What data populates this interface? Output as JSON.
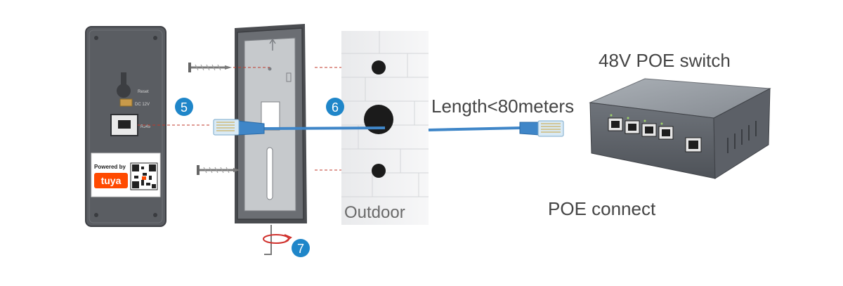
{
  "device": {
    "reset_label": "Reset",
    "dc_label": "DC 12V",
    "port_label": "RJ45",
    "powered_by": "Powered by",
    "brand": "tuya"
  },
  "steps": {
    "step5": "5",
    "step6": "6",
    "step7": "7"
  },
  "wall": {
    "label": "Outdoor"
  },
  "cable": {
    "length_label": "Length<80meters"
  },
  "switch": {
    "title": "48V POE switch",
    "caption": "POE connect"
  },
  "colors": {
    "step_badge": "#1f86c9",
    "cable": "#3f86c8",
    "guide_line": "#c0392b",
    "device_body": "#5a5d62",
    "bracket_body": "#6b6e73",
    "switch_body": "#7b8087",
    "brand_orange": "#ff4a00"
  }
}
